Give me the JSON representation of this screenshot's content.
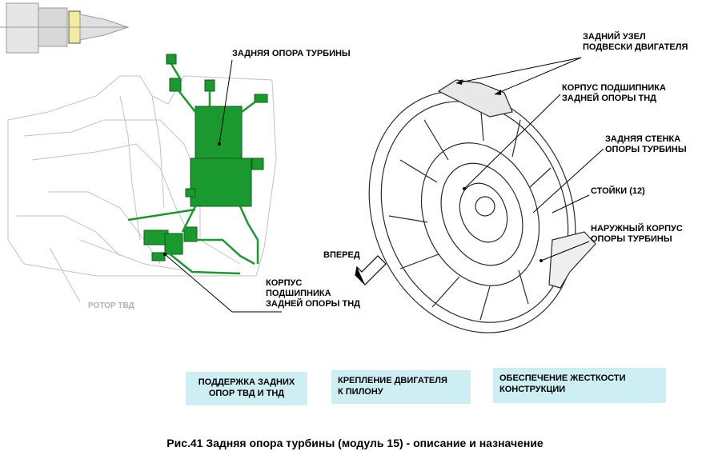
{
  "labels": {
    "rear_support": "ЗАДНЯЯ ОПОРА ТУРБИНЫ",
    "lpt_housing_left": [
      "КОРПУС",
      "ПОДШИПНИКА",
      "ЗАДНЕЙ ОПОРЫ ТНД"
    ],
    "hpt_rotor": "РОТОР ТВД",
    "forward": "ВПЕРЕД",
    "rear_mount": [
      "ЗАДНИЙ УЗЕЛ",
      "ПОДВЕСКИ ДВИГАТЕЛЯ"
    ],
    "lpt_housing_right": [
      "КОРПУС ПОДШИПНИКА",
      "ЗАДНЕЙ ОПОРЫ ТНД"
    ],
    "rear_wall": [
      "ЗАДНЯЯ СТЕНКА",
      "ОПОРЫ ТУРБИНЫ"
    ],
    "struts": "СТОЙКИ (12)",
    "outer_case": [
      "НАРУЖНЫЙ КОРПУС",
      "ОПОРЫ ТУРБИНЫ"
    ]
  },
  "boxes": [
    [
      "ПОДДЕРЖКА ЗАДНИХ",
      "ОПОР ТВД И ТНД"
    ],
    [
      "КРЕПЛЕНИЕ ДВИГАТЕЛЯ",
      "К ПИЛОНУ"
    ],
    [
      "ОБЕСПЕЧЕНИЕ ЖЕСТКОСТИ",
      "КОНСТРУКЦИИ"
    ]
  ],
  "caption": "Рис.41 Задняя опора турбины (модуль 15) - описание и назначение",
  "colors": {
    "highlight": "#1a9a2e",
    "box_fill": "#cdeff4",
    "engine_lines": "#b5b5b5"
  }
}
